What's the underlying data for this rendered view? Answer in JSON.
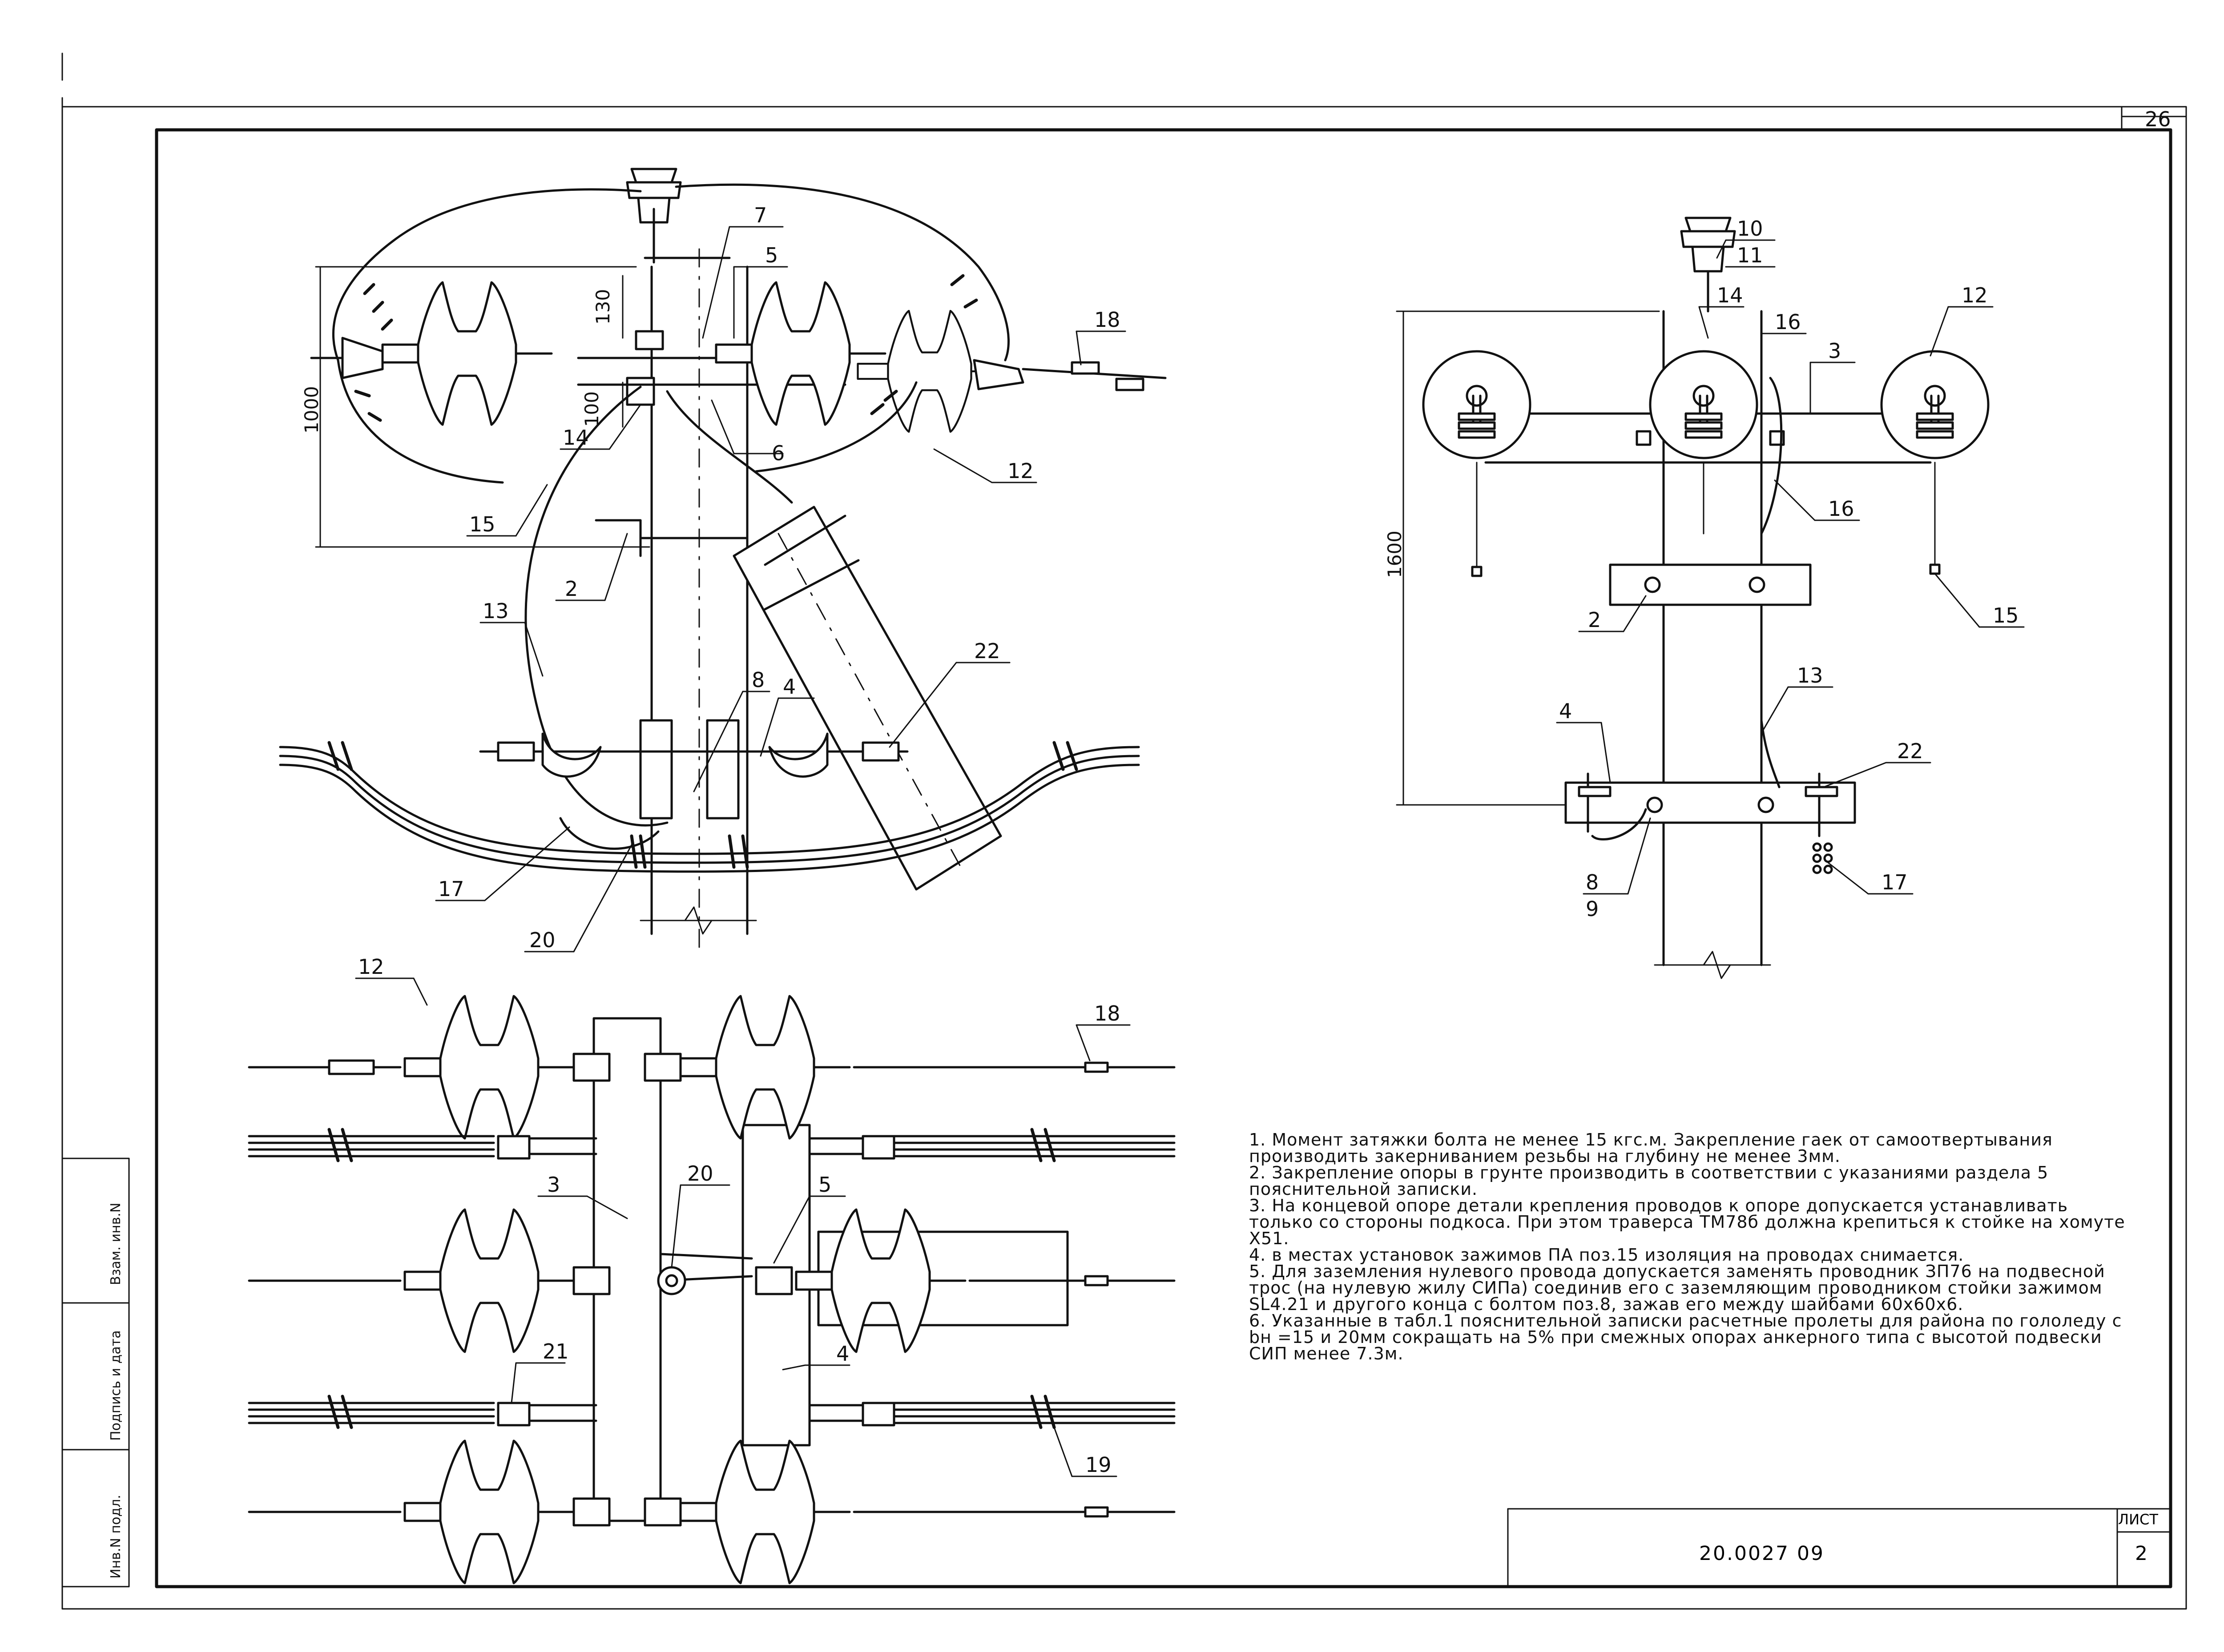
{
  "sheet": {
    "corner_number": "26",
    "document_code": "20.0027 09",
    "sheet_label": "ЛИСТ",
    "sheet_number": "2"
  },
  "sidebar": {
    "fields": [
      "Взам. инв.N",
      "Подпись и дата",
      "Инв.N подл."
    ]
  },
  "dimensions": {
    "d130": "130",
    "d1000": "1000",
    "d100": "100",
    "d1600": "1600"
  },
  "labels": {
    "view1": [
      "7",
      "5",
      "18",
      "14",
      "6",
      "12",
      "15",
      "2",
      "13",
      "8",
      "4",
      "22",
      "17",
      "20"
    ],
    "view2": [
      "10",
      "11",
      "14",
      "16",
      "3",
      "12",
      "16",
      "2",
      "15",
      "13",
      "4",
      "22",
      "8",
      "9",
      "17"
    ],
    "view3": [
      "12",
      "18",
      "3",
      "20",
      "5",
      "4",
      "21",
      "19"
    ]
  },
  "notes": [
    "1. Момент затяжки болта не менее 15 кгс.м. Закрепление гаек от самоотвертывания производить закерниванием резьбы на глубину не менее 3мм.",
    "2. Закрепление опоры в грунте производить в соответствии с указаниями раздела 5 пояснительной записки.",
    "3. На концевой опоре детали крепления проводов к опоре допускается устанавливать только со стороны подкоса. При этом траверса ТМ78б должна крепиться к стойке на хомуте Х51.",
    "4. в местах установок зажимов ПА поз.15 изоляция на проводах снимается.",
    "5. Для заземления нулевого провода допускается заменять проводник ЗП76 на подвесной трос (на нулевую жилу СИПа) соединив его с заземляющим проводником стойки зажимом SL4.21 и другого конца с болтом поз.8, зажав его между шайбами 60х60х6.",
    "6. Указанные в табл.1 пояснительной записки расчетные пролеты для района по гололеду с bн =15 и 20мм сокращать на 5% при смежных опорах анкерного типа с высотой подвески СИП менее 7.3м."
  ]
}
